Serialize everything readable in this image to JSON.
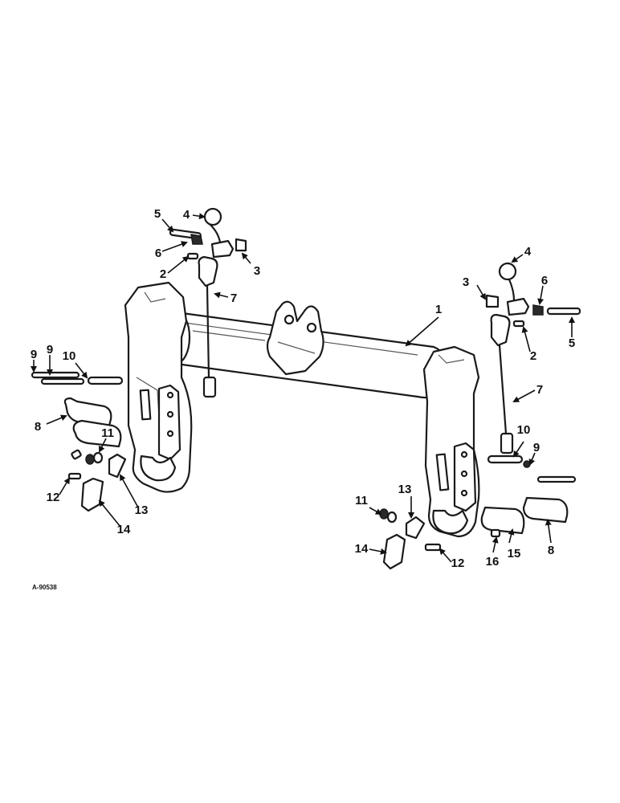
{
  "figure_id": "A-90538",
  "callouts": [
    {
      "id": "c1",
      "text": "1"
    },
    {
      "id": "c2l",
      "text": "2"
    },
    {
      "id": "c3l",
      "text": "3"
    },
    {
      "id": "c4l",
      "text": "4"
    },
    {
      "id": "c5l",
      "text": "5"
    },
    {
      "id": "c6l",
      "text": "6"
    },
    {
      "id": "c7l",
      "text": "7"
    },
    {
      "id": "c2r",
      "text": "2"
    },
    {
      "id": "c3r",
      "text": "3"
    },
    {
      "id": "c4r",
      "text": "4"
    },
    {
      "id": "c5r",
      "text": "5"
    },
    {
      "id": "c6r",
      "text": "6"
    },
    {
      "id": "c7r",
      "text": "7"
    },
    {
      "id": "c8l",
      "text": "8"
    },
    {
      "id": "c9a",
      "text": "9"
    },
    {
      "id": "c9b",
      "text": "9"
    },
    {
      "id": "c10l",
      "text": "10"
    },
    {
      "id": "c11l",
      "text": "11"
    },
    {
      "id": "c12l",
      "text": "12"
    },
    {
      "id": "c13l",
      "text": "13"
    },
    {
      "id": "c14l",
      "text": "14"
    },
    {
      "id": "c8r",
      "text": "8"
    },
    {
      "id": "c9r",
      "text": "9"
    },
    {
      "id": "c10r",
      "text": "10"
    },
    {
      "id": "c11r",
      "text": "11"
    },
    {
      "id": "c12r",
      "text": "12"
    },
    {
      "id": "c13r",
      "text": "13"
    },
    {
      "id": "c14r",
      "text": "14"
    },
    {
      "id": "c15r",
      "text": "15"
    },
    {
      "id": "c16r",
      "text": "16"
    }
  ]
}
